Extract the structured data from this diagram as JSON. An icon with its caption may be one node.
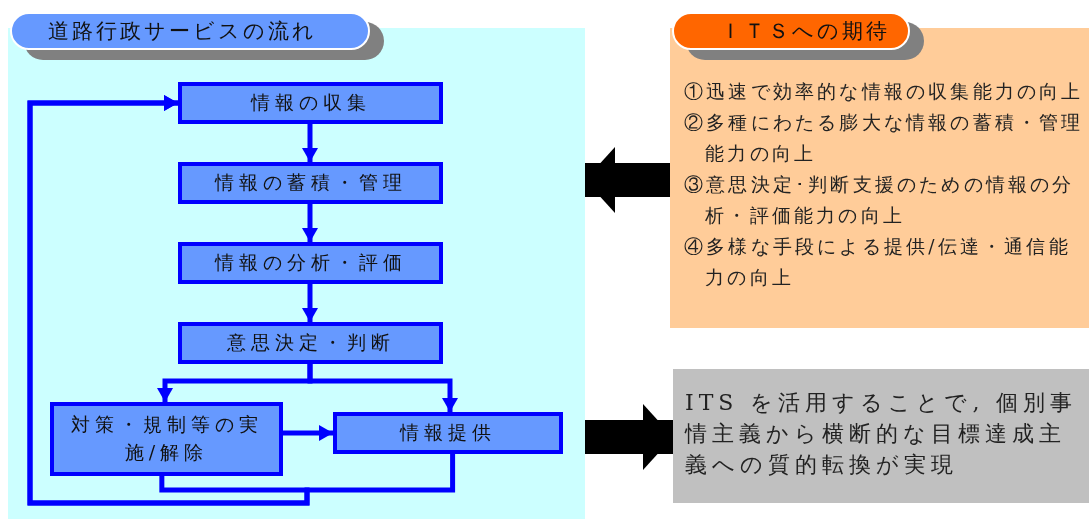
{
  "diagram": {
    "nodes": [
      {
        "text": [
          "道路行政サービスの流れ"
        ]
      },
      {
        "text": [
          "情報の収集"
        ],
        "in": 0
      },
      {
        "text": [
          "情報の蓄積・管理"
        ],
        "in": 0
      },
      {
        "text": [
          "情報の分析・評価"
        ],
        "in": 0
      },
      {
        "text": [
          "意思決定・判断"
        ],
        "in": 0
      },
      {
        "text": [
          "対策・規制等の実施/解除"
        ],
        "in": 0
      },
      {
        "text": [
          "情報提供"
        ],
        "in": 0
      },
      {
        "text": [
          "ＩＴＳへの期待",
          "①迅速で効率的な情報の収集能力の向上",
          "②多種にわたる膨大な情報の蓄積・管理能力の向上",
          "③意思決定･判断支援のための情報の分析・評価能力の向上",
          "④多様な手段による提供/伝達・通信能力の向上"
        ]
      },
      {
        "text": [
          "ITS を活用することで, 個別事情主義から横断的な目標達成主義への質的転換が実現"
        ]
      }
    ],
    "edges": [
      {
        "from": 1,
        "to": 2,
        "arrow": "to"
      },
      {
        "from": 2,
        "to": 3,
        "arrow": "to"
      },
      {
        "from": 3,
        "to": 4,
        "arrow": "to"
      },
      {
        "from": 4,
        "to": 5,
        "arrow": "to"
      },
      {
        "from": 4,
        "to": 6,
        "arrow": "to"
      },
      {
        "from": 5,
        "to": 6,
        "arrow": "to"
      },
      {
        "from": 5,
        "to": 1,
        "arrow": "to"
      },
      {
        "from": 6,
        "to": 1,
        "arrow": "to"
      },
      {
        "from": 7,
        "to": 0,
        "arrow": "to",
        "style": "thick",
        "color": "#000000"
      },
      {
        "from": 0,
        "to": 8,
        "arrow": "to",
        "style": "thick",
        "color": "#000000"
      }
    ]
  }
}
